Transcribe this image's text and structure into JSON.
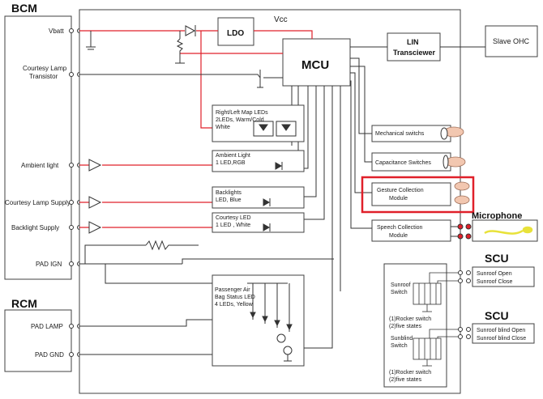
{
  "labels": {
    "bcm": "BCM",
    "rcm": "RCM",
    "vbatt": "Vbatt",
    "courtesy_lamp_transistor_1": "Courtesy Lamp",
    "courtesy_lamp_transistor_2": "Transistor",
    "ambient_light": "Ambient light",
    "courtesy_lamp_supply": "Courtesy Lamp Supply",
    "backlight_supply": "Backlight Supply",
    "pad_ign": "PAD IGN",
    "pad_lamp": "PAD LAMP",
    "pad_gnd": "PAD GND",
    "vcc": "Vcc",
    "ldo": "LDO",
    "mcu": "MCU",
    "lin_1": "LIN",
    "lin_2": "Transciewer",
    "slave_ohc": "Slave OHC",
    "map_leds_1": "Right/Left Map LEDs",
    "map_leds_2": "2LEDs, Warm/Cold",
    "map_leds_3": "White",
    "ambient_led_1": "Ambient Light",
    "ambient_led_2": "1 LED,RGB",
    "backlights_1": "Backlights",
    "backlights_2": "LED, Blue",
    "courtesy_led_1": "Courtesy LED",
    "courtesy_led_2": "1 LED , White",
    "airbag_1": "Passenger Air",
    "airbag_2": "Bag Status LED",
    "airbag_3": "4 LEDs, Yellow",
    "mechanical": "Mechanical switchs",
    "capacitance": "Capacitance Switches",
    "gesture_1": "Gesture Collection",
    "gesture_2": "Module",
    "speech_1": "Speech Collection",
    "speech_2": "Module",
    "microphone": "Microphone",
    "scu_top": "SCU",
    "scu_bottom": "SCU",
    "sunroof_switch_1": "Sunroof",
    "sunroof_switch_2": "Switch",
    "rocker_1a": "(1)Rocker  switch",
    "rocker_1b": "(2)five states",
    "sunblind_switch_1": "Sunblind",
    "sunblind_switch_2": "Switch",
    "rocker_2a": "(1)Rocker  switch",
    "rocker_2b": "(2)five states",
    "sunroof_open": "Sunroof Open",
    "sunroof_close": "Sunroof Close",
    "blind_open": "Sunroof blind Open",
    "blind_close": "Sunroof blind Close"
  },
  "colors": {
    "signal_red": "#e0202a",
    "wire": "#333333",
    "highlight": "#e0202a",
    "mic_yellow": "#e8e23a"
  }
}
